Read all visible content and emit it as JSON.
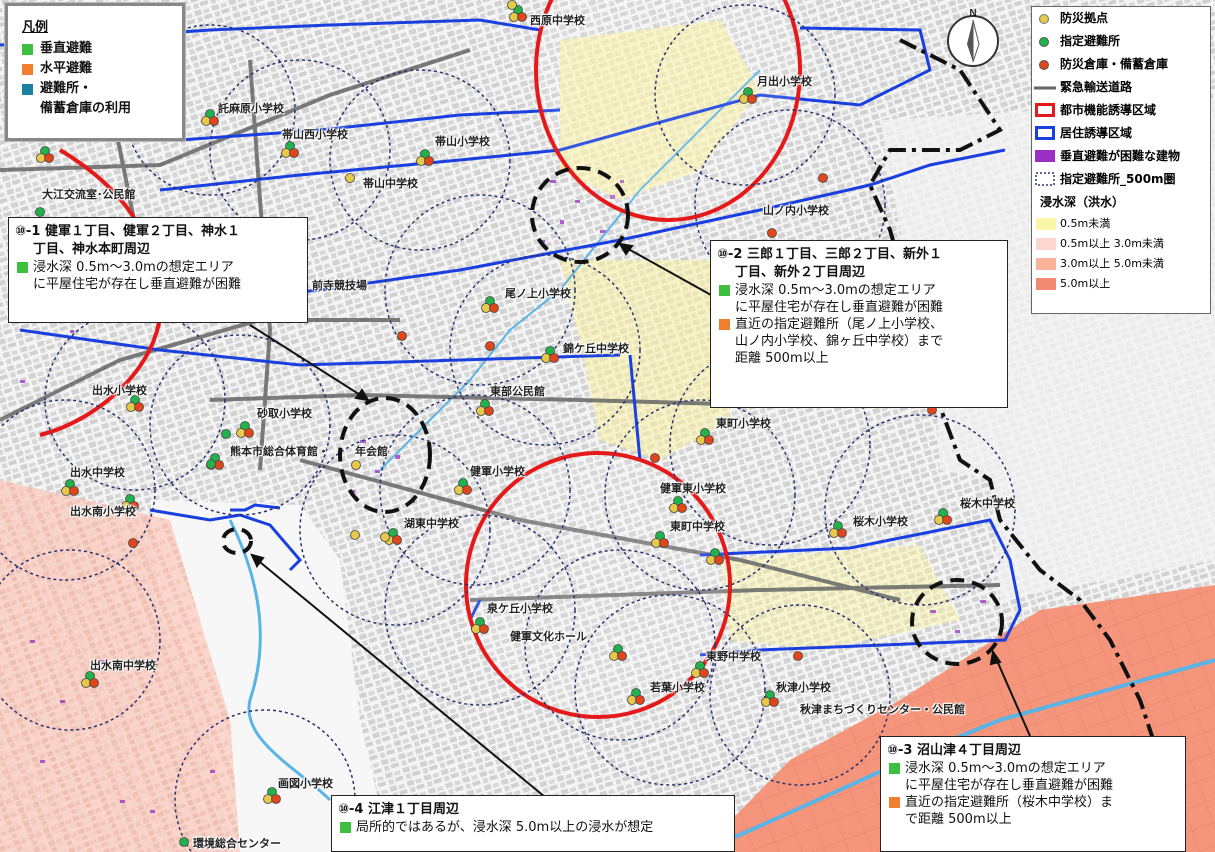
{
  "legend_left": {
    "title": "凡例",
    "items": [
      {
        "label": "垂直避難",
        "color": "#3fbf3f"
      },
      {
        "label": "水平避難",
        "color": "#f08030"
      },
      {
        "label": "避難所・",
        "color": "#1b7fa0"
      }
    ],
    "item3_cont": "備蓄倉庫の利用"
  },
  "legend_right": {
    "items": [
      {
        "label": "防災拠点",
        "symbol": "yellow-dot"
      },
      {
        "label": "指定避難所",
        "symbol": "green-dot"
      },
      {
        "label": "防災倉庫・備蓄倉庫",
        "symbol": "red-dot"
      },
      {
        "label": "緊急輸送道路",
        "symbol": "gray-line"
      },
      {
        "label": "都市機能誘導区域",
        "symbol": "red-box"
      },
      {
        "label": "居住誘導区域",
        "symbol": "blue-box"
      },
      {
        "label": "垂直避難が困難な建物",
        "symbol": "purple-fill"
      },
      {
        "label": "指定避難所_500m圏",
        "symbol": "dotted-box"
      }
    ],
    "depth_title": "浸水深（洪水）",
    "depth_items": [
      {
        "label": "0.5m未満",
        "color": "#fbf5a6"
      },
      {
        "label": "0.5m以上 3.0m未満",
        "color": "#fcd7cf"
      },
      {
        "label": "3.0m以上 5.0m未満",
        "color": "#f9b49a"
      },
      {
        "label": "5.0m以上",
        "color": "#f28a72"
      }
    ]
  },
  "compass_letter": "N",
  "places": {
    "nishiharachu": "西原中学校",
    "gakko_obuchi": "託麻原小学校",
    "obiyama_nishi": "帯山西小学校",
    "obiyama_sho": "帯山小学校",
    "obiyama_chu": "帯山中学校",
    "gatsude": "月出小学校",
    "oe": "大江交流室･公民館",
    "yamanouchi": "山ノ内小学校",
    "maeji": "前寺競技場",
    "onoue": "尾ノ上小学校",
    "nishikigaoka": "錦ケ丘中学校",
    "tobu": "東部公民館",
    "izumi": "出水小学校",
    "sunatori": "砂取小学校",
    "taiikukan": "熊本市総合体育館・",
    "seinen": "年会館",
    "kengun_sho": "健軍小学校",
    "izumi_chu": "出水中学校",
    "kengun_higashi": "健軍東小学校",
    "higashimachi_sho": "東町小学校",
    "higashimachi_chu": "東町中学校",
    "izumi_minami": "出水南小学校",
    "koto_chu": "湖東中学校",
    "sakuragi_sho": "桜木小学校",
    "sakuragi_chu": "桜木中学校",
    "izumigaoka": "泉ケ丘小学校",
    "bunka": "健軍文化ホール",
    "higashino": "東野中学校",
    "izumi_minami_chu": "出水南中学校",
    "wakaba": "若葉小学校",
    "akitsu_sho": "秋津小学校",
    "akitsu_center": "秋津まちづくりセンター・公民館",
    "gazu": "画図小学校",
    "kankyo": "環境総合センター"
  },
  "callouts": {
    "c1": {
      "title1": "⑩-1 健軍１丁目、健軍２丁目、神水１",
      "title2": "丁目、神水本町周辺",
      "rows": [
        {
          "color": "#3fbf3f",
          "text": "浸水深 0.5m～3.0mの想定エリア",
          "cont": "に平屋住宅が存在し垂直避難が困難"
        }
      ]
    },
    "c2": {
      "title1": "⑩-2 三郎１丁目、三郎２丁目、新外１",
      "title2": "丁目、新外２丁目周辺",
      "rows": [
        {
          "color": "#3fbf3f",
          "text": "浸水深 0.5m～3.0mの想定エリア",
          "cont": "に平屋住宅が存在し垂直避難が困難"
        },
        {
          "color": "#f08030",
          "text": "直近の指定避難所（尾ノ上小学校、",
          "cont": "山ノ内小学校、錦ヶ丘中学校）まで",
          "cont2": "距離 500m以上"
        }
      ]
    },
    "c3": {
      "title1": "⑩-3 沼山津４丁目周辺",
      "rows": [
        {
          "color": "#3fbf3f",
          "text": "浸水深 0.5m～3.0mの想定エリア",
          "cont": "に平屋住宅が存在し垂直避難が困難"
        },
        {
          "color": "#f08030",
          "text": "直近の指定避難所（桜木中学校）ま",
          "cont": "で距離 500m以上"
        }
      ]
    },
    "c4": {
      "title1": "⑩-4 江津１丁目周辺",
      "rows": [
        {
          "color": "#3fbf3f",
          "text": "局所的ではあるが、浸水深 5.0m以上の浸水が想定"
        }
      ]
    }
  }
}
